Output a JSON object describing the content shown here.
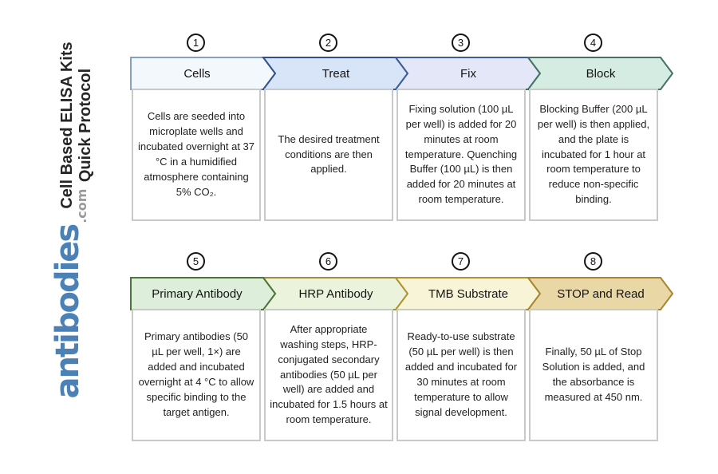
{
  "page": {
    "background": "#ffffff"
  },
  "sidebar": {
    "title_line1": "Cell Based ELISA Kits",
    "title_line2": "Quick Protocol",
    "brand": "antibodies",
    "brand_suffix": ".com",
    "brand_color": "#4c81b5",
    "brand_suffix_color": "#999999"
  },
  "protocol": {
    "rows": [
      {
        "draw_order": [
          0,
          1,
          2,
          3
        ],
        "steps": [
          {
            "number": "1",
            "label": "Cells",
            "fill": "#f3f8fc",
            "border": "#84a0c2",
            "description": "Cells are seeded into microplate wells and incubated overnight at 37 °C in a humidified atmosphere containing 5% CO₂."
          },
          {
            "number": "2",
            "label": "Treat",
            "fill": "#d8e4f7",
            "border": "#30518a",
            "description": "The desired treatment conditions are then applied."
          },
          {
            "number": "3",
            "label": "Fix",
            "fill": "#e3e7f7",
            "border": "#3c5d95",
            "description": "Fixing solution (100 µL per well) is added for 20 minutes at room temperature. Quenching Buffer (100 µL) is then added for 20 minutes at room temperature."
          },
          {
            "number": "4",
            "label": "Block",
            "fill": "#d5ece3",
            "border": "#457263",
            "description": "Blocking Buffer (200 µL per well) is then applied, and the plate is incubated for 1 hour at room temperature to reduce non-specific binding."
          }
        ]
      },
      {
        "draw_order": [
          1,
          0,
          2,
          3
        ],
        "steps": [
          {
            "number": "5",
            "label": "Primary Antibody",
            "fill": "#ddefda",
            "border": "#4b7638",
            "description": "Primary antibodies (50 µL per well, 1×) are added and incubated overnight at 4 °C to allow specific binding to the target antigen."
          },
          {
            "number": "6",
            "label": "HRP Antibody",
            "fill": "#ecf3dd",
            "border": "#9d8d40",
            "description": "After appropriate washing steps, HRP-conjugated secondary antibodies (50 µL per well) are added and incubated for 1.5 hours at room temperature."
          },
          {
            "number": "7",
            "label": "TMB Substrate",
            "fill": "#f8f4d7",
            "border": "#b2922e",
            "description": "Ready-to-use substrate (50 µL per well) is then added and incubated for 30 minutes at room temperature to allow signal development."
          },
          {
            "number": "8",
            "label": "STOP and Read",
            "fill": "#e9d7a6",
            "border": "#a9852f",
            "description": "Finally, 50 µL of Stop Solution is added, and the absorbance is measured at 450 nm."
          }
        ]
      }
    ]
  }
}
